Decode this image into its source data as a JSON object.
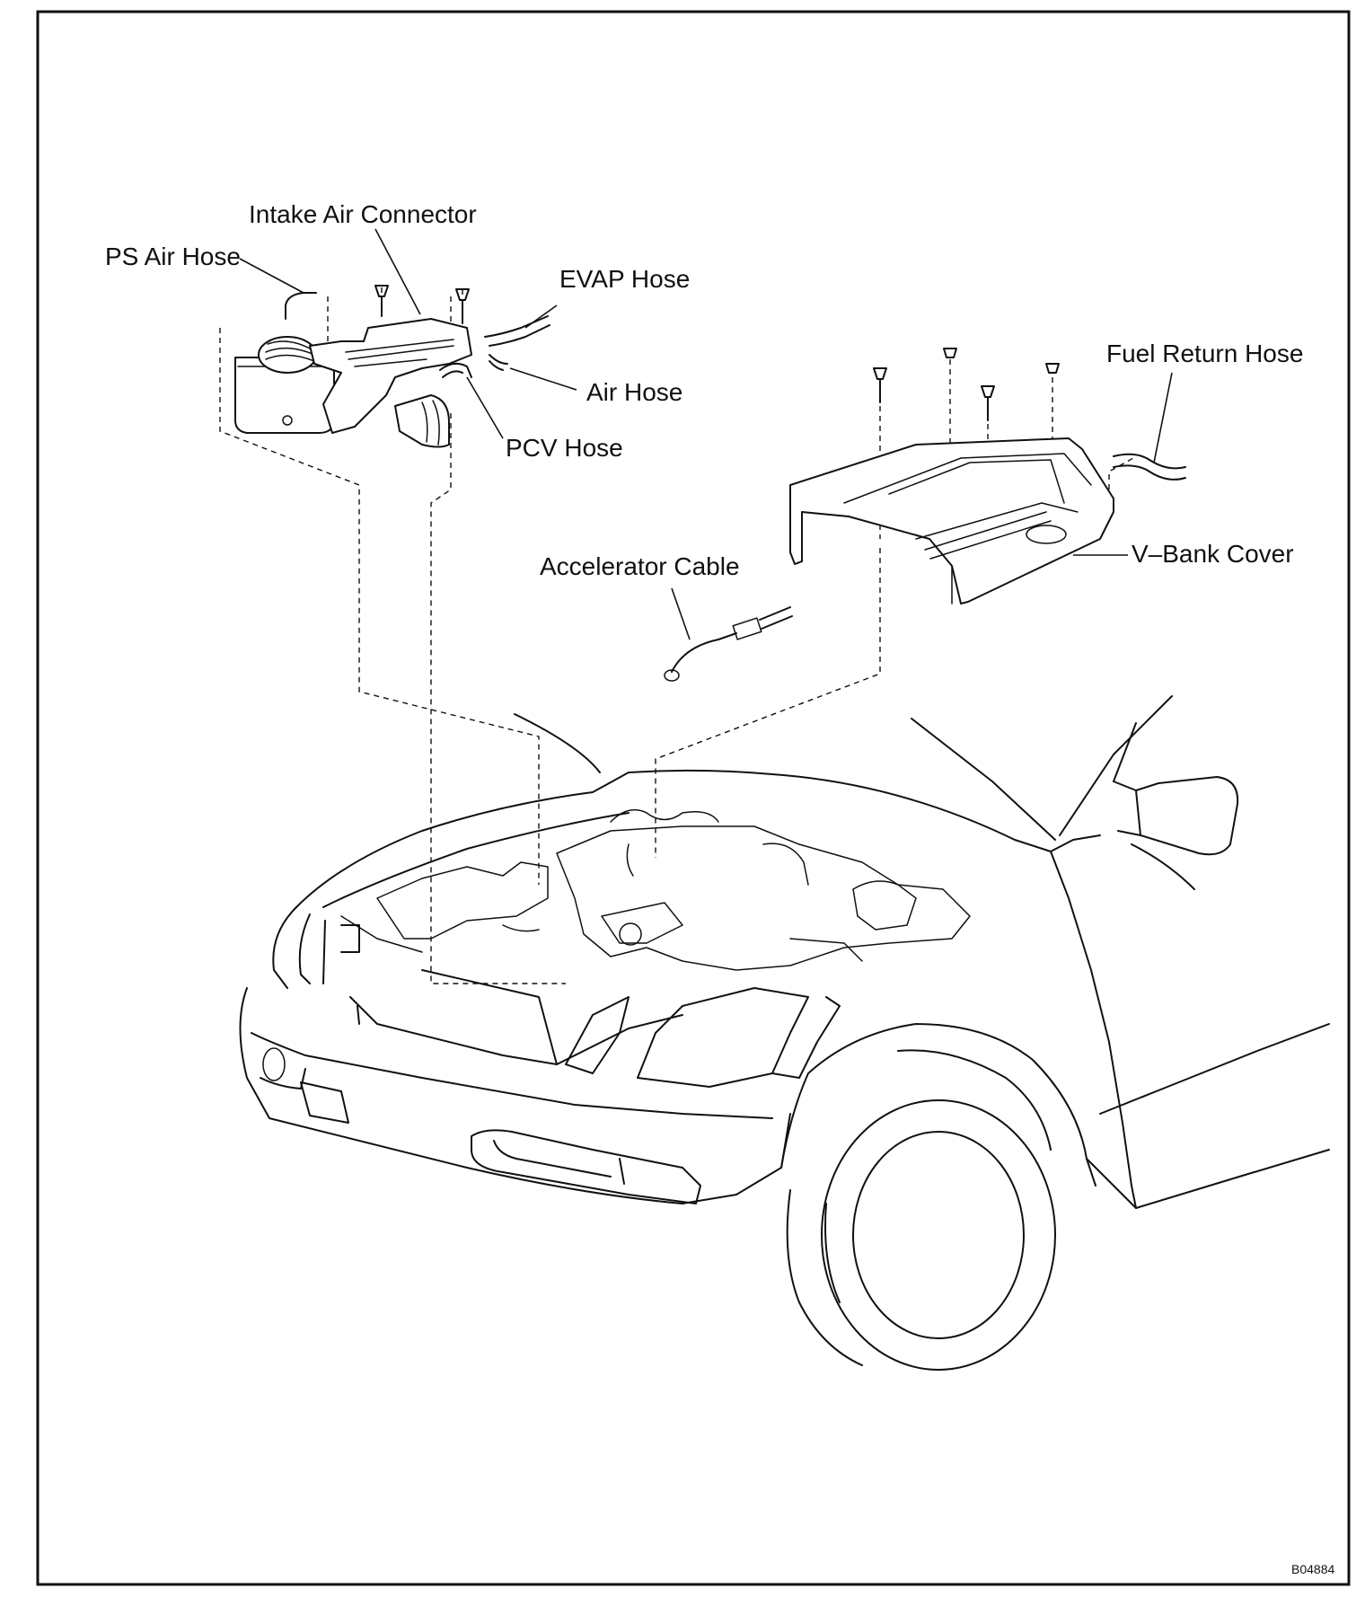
{
  "labels": {
    "intake_air_connector": "Intake Air Connector",
    "ps_air_hose": "PS Air Hose",
    "evap_hose": "EVAP Hose",
    "air_hose": "Air Hose",
    "pcv_hose": "PCV Hose",
    "fuel_return_hose": "Fuel Return Hose",
    "v_bank_cover": "V–Bank Cover",
    "accelerator_cable": "Accelerator Cable"
  },
  "figure_code": "B04884",
  "colors": {
    "ink": "#111111",
    "paper": "#ffffff"
  }
}
